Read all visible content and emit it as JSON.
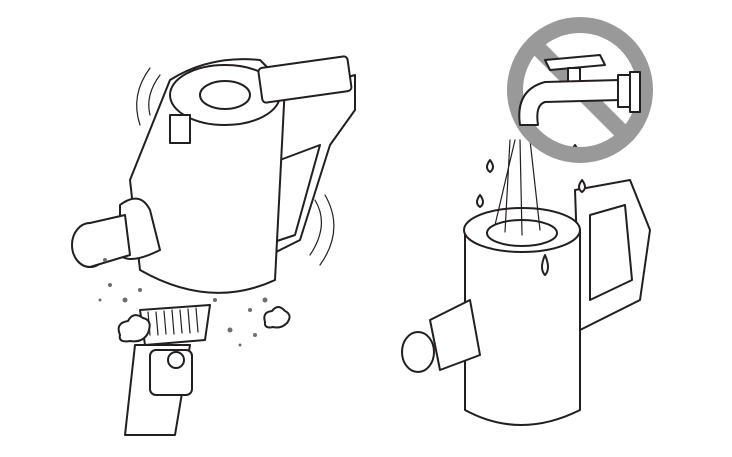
{
  "illustrations": [
    {
      "name": "tapping-dust-container",
      "depicts": "vacuum-handheld-unit-tapped-over-brush"
    },
    {
      "name": "no-water-washing",
      "depicts": "prohibited-rinsing-under-tap"
    }
  ],
  "colors": {
    "line": "#231f20",
    "prohibition": "#999999",
    "background": "#ffffff",
    "dust": "#6d6e71"
  },
  "icons": [
    "vacuum-icon",
    "faucet-icon",
    "prohibition-icon",
    "water-drop-icon",
    "dust-particle-icon"
  ]
}
